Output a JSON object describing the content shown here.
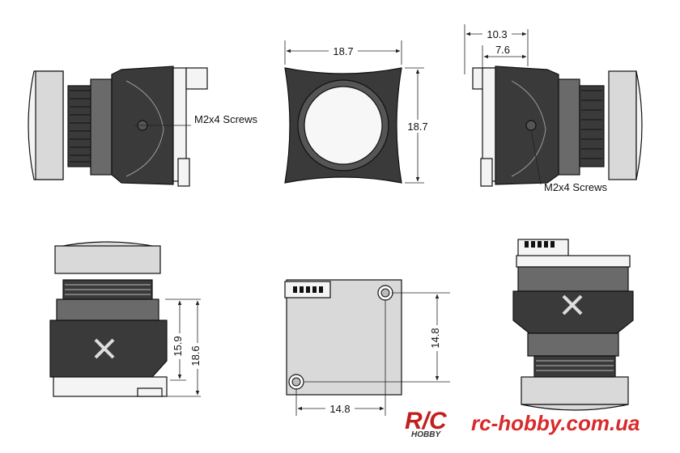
{
  "views": {
    "side_left": {
      "screw_label": "M2x4 Screws"
    },
    "front": {
      "width": "18.7",
      "height": "18.7"
    },
    "side_right": {
      "overall_depth": "10.3",
      "body_depth": "7.6",
      "screw_label": "M2x4 Screws"
    },
    "bottom_left": {
      "lens_height": "15.9",
      "total_height": "18.6"
    },
    "back": {
      "hole_spacing_vertical": "14.8",
      "hole_spacing_horizontal": "14.8"
    }
  },
  "watermark": {
    "logo_text": "R/C",
    "logo_sub": "HOBBY",
    "url": "rc-hobby.com.ua",
    "colors": {
      "logo": "#c21f1f",
      "url": "#d92b2b"
    }
  }
}
